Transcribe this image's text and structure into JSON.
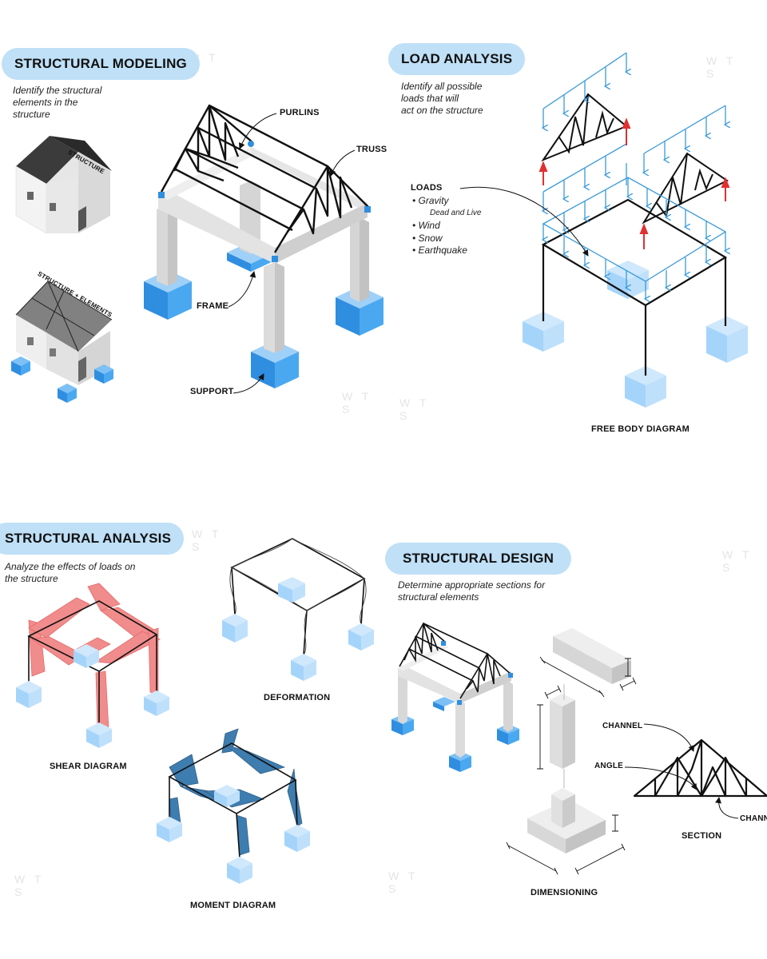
{
  "watermark": "W T S",
  "modeling": {
    "title": "STRUCTURAL MODELING",
    "subtitle": "Identify the structural\nelements in the\nstructure",
    "structure_label": "STRUCTURE",
    "structure_elements_label": "STRUCTURE + ELEMENTS",
    "purlins": "PURLINS",
    "truss": "TRUSS",
    "frame": "FRAME",
    "support": "SUPPORT"
  },
  "load": {
    "title": "LOAD ANALYSIS",
    "subtitle": "Identify all possible\nloads that will\nact on the structure",
    "loads_heading": "LOADS",
    "gravity": "• Gravity",
    "dead_live": "Dead and Live",
    "wind": "• Wind",
    "snow": "• Snow",
    "earthquake": "• Earthquake",
    "fbd": "FREE BODY DIAGRAM"
  },
  "analysis": {
    "title": "STRUCTURAL ANALYSIS",
    "subtitle": "Analyze the effects of loads on\nthe structure",
    "shear": "SHEAR DIAGRAM",
    "deformation": "DEFORMATION",
    "moment": "MOMENT DIAGRAM"
  },
  "design": {
    "title": "STRUCTURAL DESIGN",
    "subtitle": "Determine appropriate sections for\nstructural elements",
    "channel": "CHANNEL",
    "angle": "ANGLE",
    "channel2": "CHANN",
    "section": "SECTION",
    "dimensioning": "DIMENSIONING"
  },
  "colors": {
    "pill": "#bfe0f7",
    "footing": "#4aa8f0",
    "footing_light": "#a9d6fb",
    "load_arrow": "#3a9ad9",
    "reaction": "#e03030",
    "shear": "#f08080",
    "moment": "#2a6fa8"
  }
}
